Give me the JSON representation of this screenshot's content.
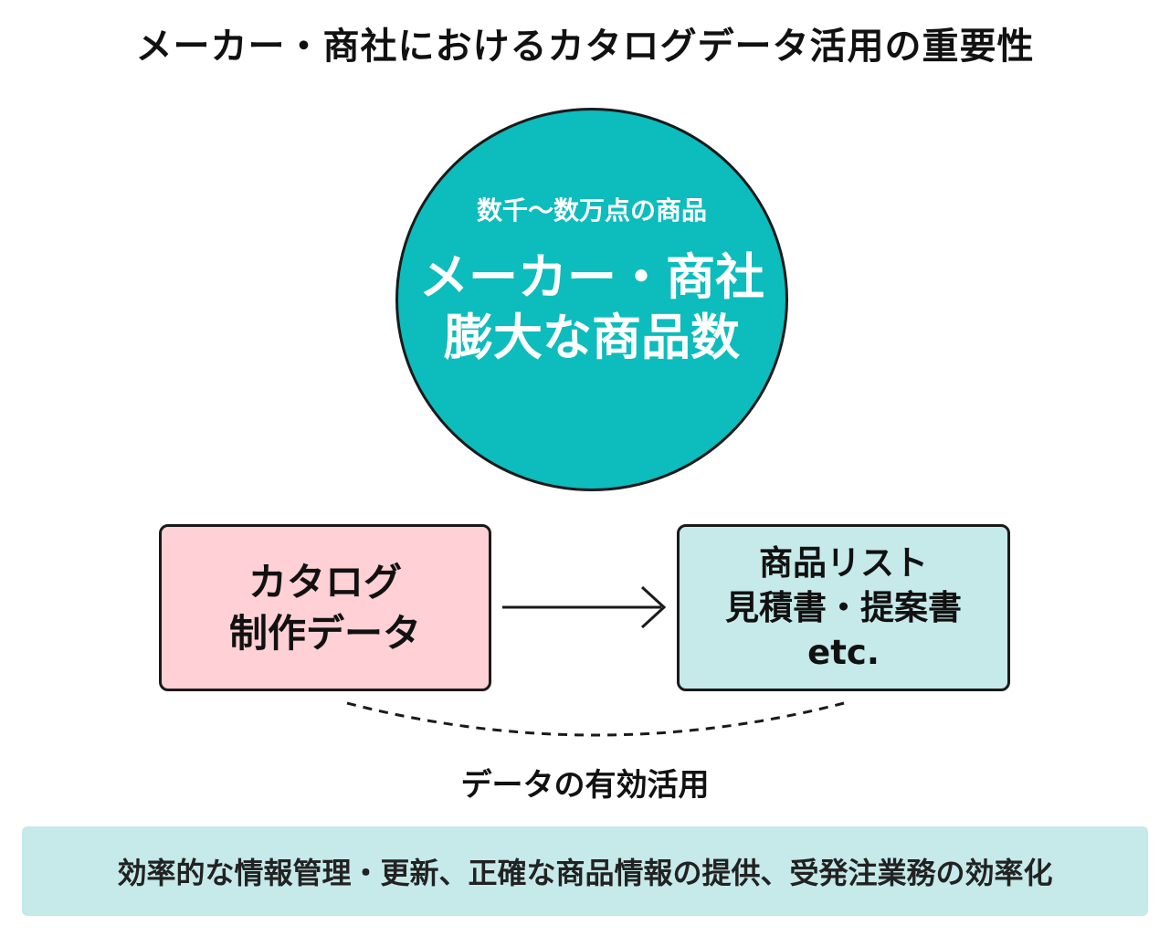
{
  "title": "メーカー・商社におけるカタログデータ活用の重要性",
  "circle": {
    "subtitle": "数千〜数万点の商品",
    "line1": "メーカー・商社",
    "line2": "膨大な商品数"
  },
  "left_box": {
    "line1": "カタログ",
    "line2": "制作データ"
  },
  "right_box": {
    "line1": "商品リスト",
    "line2": "見積書・提案書",
    "line3": "etc."
  },
  "usage_label": "データの有効活用",
  "bottom_text": "効率的な情報管理・更新、正確な商品情報の提供、受発注業務の効率化",
  "colors": {
    "circle_fill": "#0dbcbd",
    "left_box_fill": "#ffd0d5",
    "right_box_fill": "#c6e9e9",
    "band_fill": "#c6e9e9",
    "stroke": "#1a1a1a"
  }
}
